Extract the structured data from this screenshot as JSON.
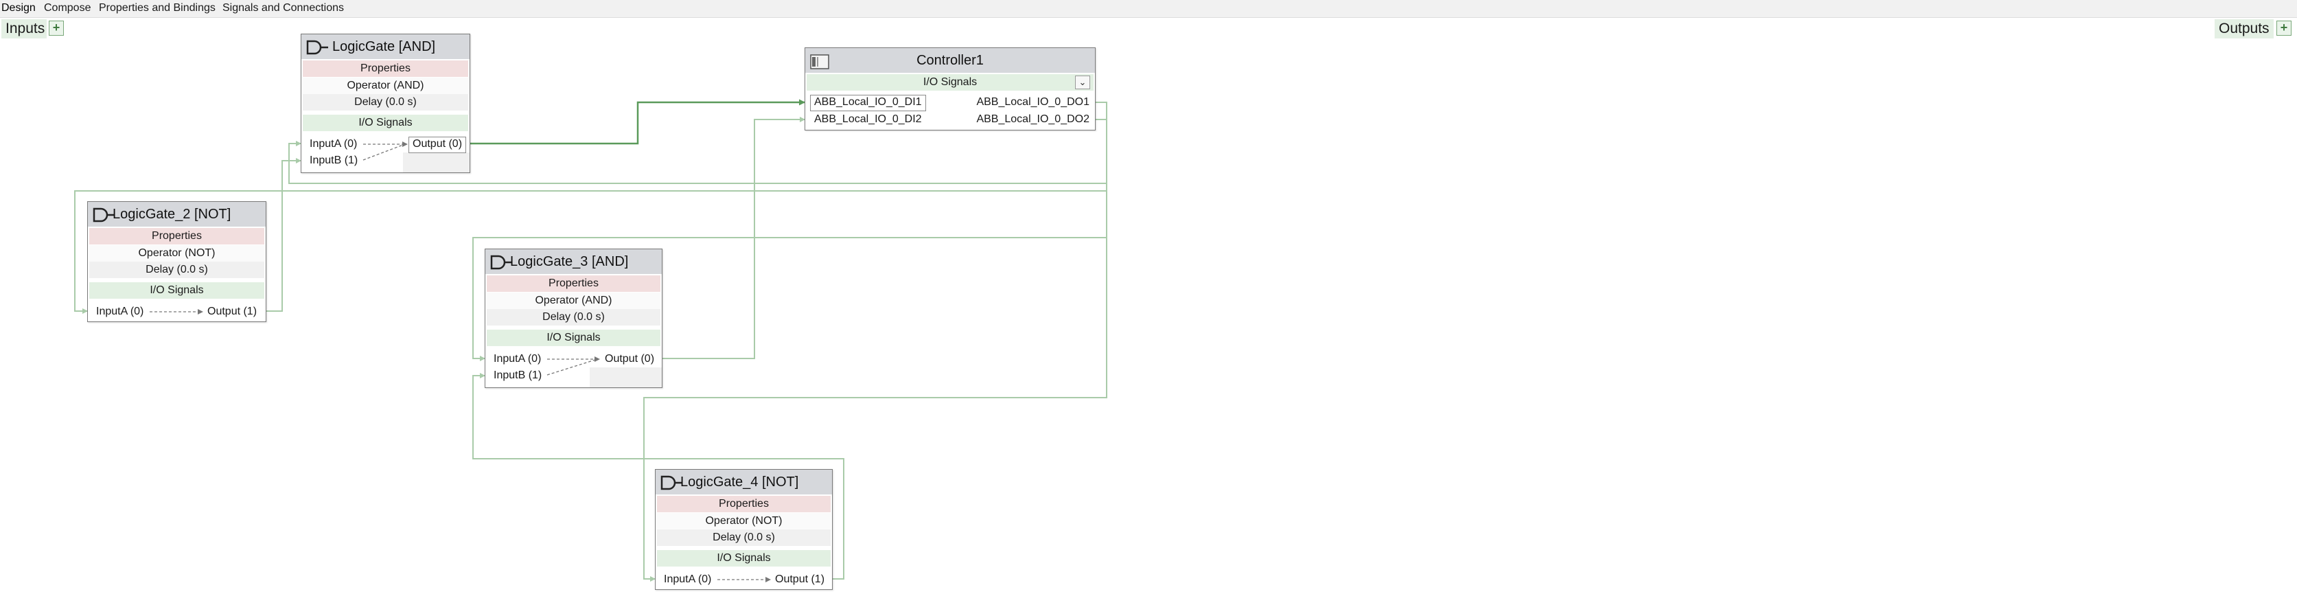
{
  "tabs": [
    {
      "label": "Design",
      "active": true
    },
    {
      "label": "Compose",
      "active": false
    },
    {
      "label": "Properties and Bindings",
      "active": false
    },
    {
      "label": "Signals and Connections",
      "active": false
    }
  ],
  "inputs_panel": {
    "label": "Inputs",
    "add_symbol": "+"
  },
  "outputs_panel": {
    "label": "Outputs",
    "add_symbol": "+"
  },
  "nodes": {
    "and1": {
      "title": "LogicGate [AND]",
      "properties_header": "Properties",
      "operator": "Operator (AND)",
      "delay": "Delay (0.0 s)",
      "signals_header": "I/O Signals",
      "input_a": "InputA (0)",
      "input_b": "InputB (1)",
      "output": "Output (0)"
    },
    "not2": {
      "title": "LogicGate_2 [NOT]",
      "properties_header": "Properties",
      "operator": "Operator (NOT)",
      "delay": "Delay (0.0 s)",
      "signals_header": "I/O Signals",
      "input_a": "InputA (0)",
      "output": "Output (1)"
    },
    "and3": {
      "title": "LogicGate_3 [AND]",
      "properties_header": "Properties",
      "operator": "Operator (AND)",
      "delay": "Delay (0.0 s)",
      "signals_header": "I/O Signals",
      "input_a": "InputA (0)",
      "input_b": "InputB (1)",
      "output": "Output (0)"
    },
    "not4": {
      "title": "LogicGate_4 [NOT]",
      "properties_header": "Properties",
      "operator": "Operator (NOT)",
      "delay": "Delay (0.0 s)",
      "signals_header": "I/O Signals",
      "input_a": "InputA (0)",
      "output": "Output (1)"
    },
    "controller": {
      "title": "Controller1",
      "signals_header": "I/O Signals",
      "chevron": "⌄",
      "inputs": [
        "ABB_Local_IO_0_DI1",
        "ABB_Local_IO_0_DI2"
      ],
      "outputs": [
        "ABB_Local_IO_0_DO1",
        "ABB_Local_IO_0_DO2"
      ]
    }
  },
  "colors": {
    "wire_active": "#5b9a5b",
    "wire": "#a9cba9",
    "properties_bg": "#f2dede",
    "signals_bg": "#e2f0e2",
    "header_bg": "#d6d8dc"
  }
}
